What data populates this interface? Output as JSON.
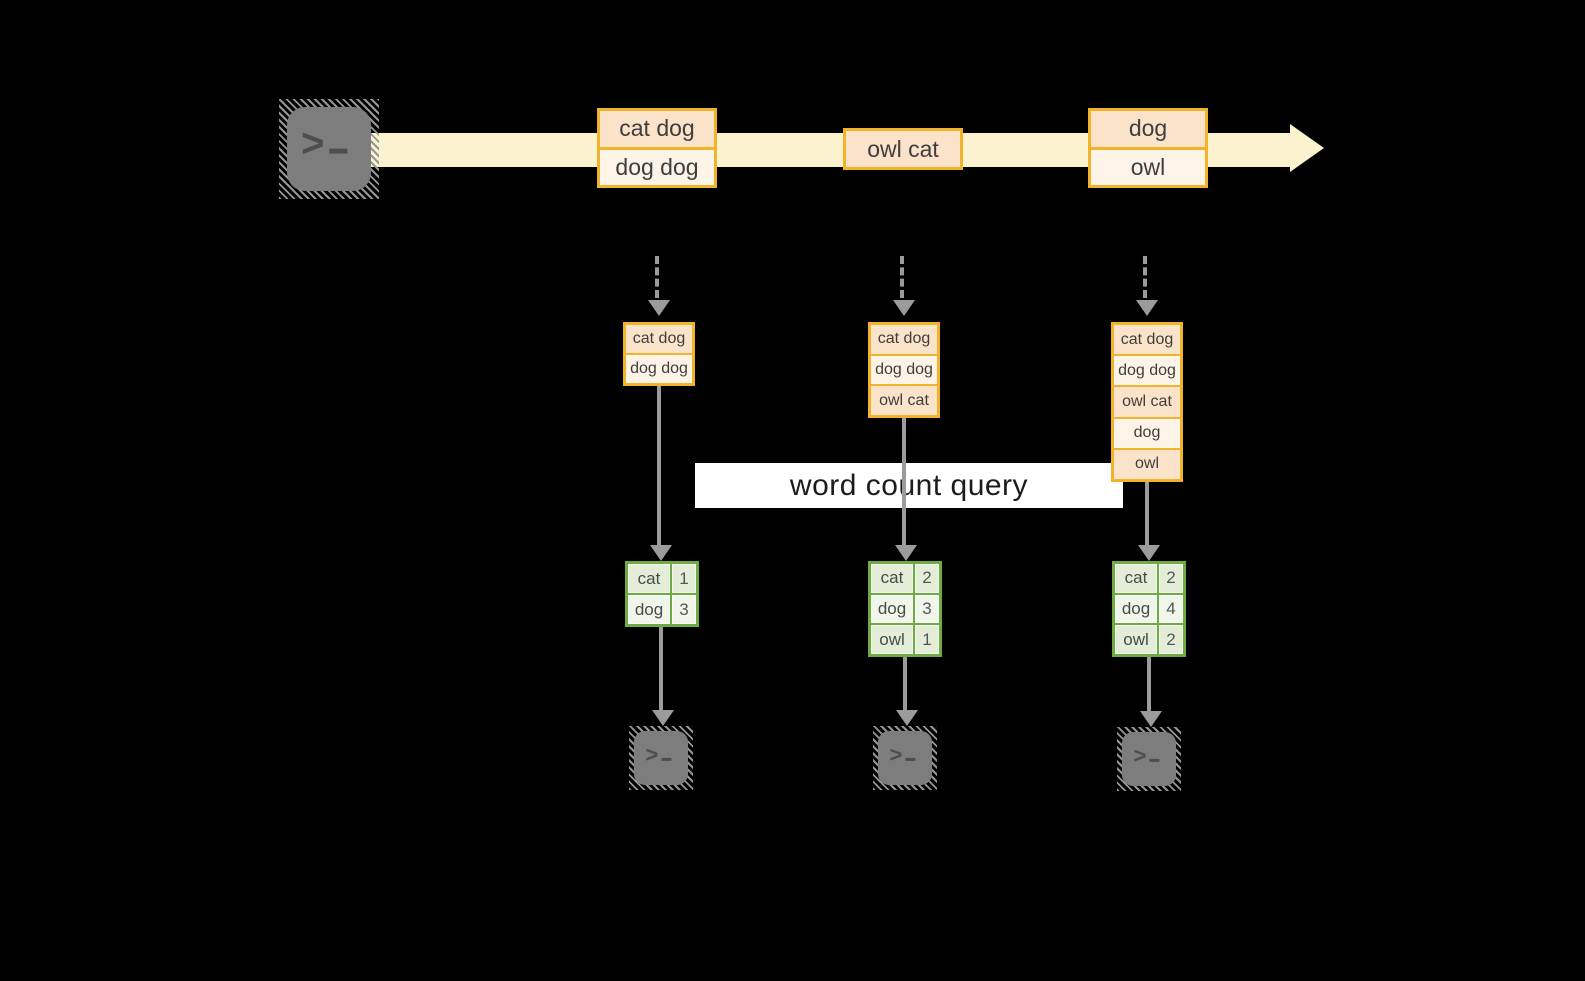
{
  "colors": {
    "background": "#000000",
    "stream_band": "#FBF2D0",
    "event_border": "#F0B32A",
    "event_fill_dark": "#FAE3C8",
    "event_fill_light": "#FDF3E6",
    "table_border": "#6FAA44",
    "table_fill_dark": "#E3EDD7",
    "table_fill_light": "#F1F6EB",
    "arrow_gray": "#9B9B9B",
    "terminal_gray": "#7D7D7D",
    "query_band_bg": "#FFFFFF"
  },
  "stream": {
    "source_icon": "terminal",
    "events": [
      {
        "rows": [
          "cat dog",
          "dog dog"
        ]
      },
      {
        "rows": [
          "owl cat"
        ]
      },
      {
        "rows": [
          "dog",
          "owl"
        ]
      }
    ]
  },
  "query": {
    "label": "word count query"
  },
  "columns": [
    {
      "buffer": [
        "cat dog",
        "dog dog"
      ],
      "counts": [
        {
          "word": "cat",
          "value": "1"
        },
        {
          "word": "dog",
          "value": "3"
        }
      ]
    },
    {
      "buffer": [
        "cat dog",
        "dog dog",
        "owl cat"
      ],
      "counts": [
        {
          "word": "cat",
          "value": "2"
        },
        {
          "word": "dog",
          "value": "3"
        },
        {
          "word": "owl",
          "value": "1"
        }
      ]
    },
    {
      "buffer": [
        "cat dog",
        "dog dog",
        "owl cat",
        "dog",
        "owl"
      ],
      "counts": [
        {
          "word": "cat",
          "value": "2"
        },
        {
          "word": "dog",
          "value": "4"
        },
        {
          "word": "owl",
          "value": "2"
        }
      ]
    }
  ]
}
